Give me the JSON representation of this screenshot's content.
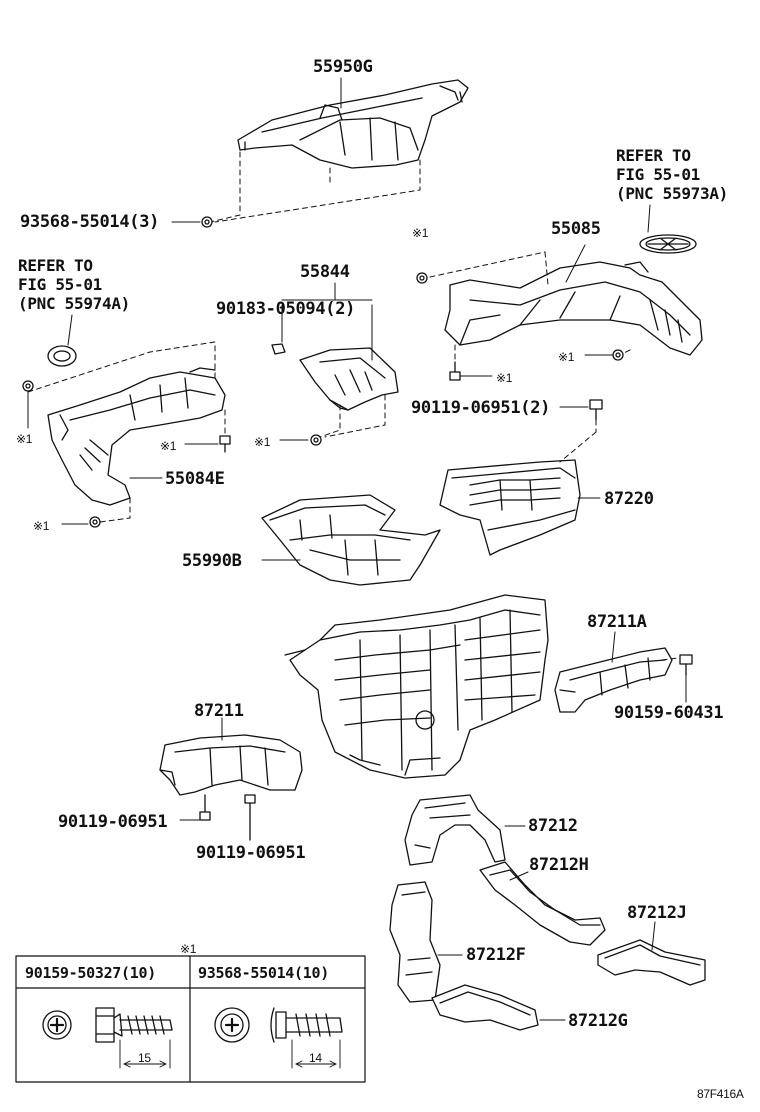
{
  "diagram": {
    "parts": [
      {
        "id": "55950G",
        "label": "55950G"
      },
      {
        "id": "93568-55014-3",
        "label": "93568-55014(3)"
      },
      {
        "id": "55085",
        "label": "55085"
      },
      {
        "id": "55844",
        "label": "55844"
      },
      {
        "id": "90183-05094-2",
        "label": "90183-05094(2)"
      },
      {
        "id": "90119-06951-2",
        "label": "90119-06951(2)"
      },
      {
        "id": "55084E",
        "label": "55084E"
      },
      {
        "id": "87220",
        "label": "87220"
      },
      {
        "id": "55990B",
        "label": "55990B"
      },
      {
        "id": "87211A",
        "label": "87211A"
      },
      {
        "id": "90159-60431",
        "label": "90159-60431"
      },
      {
        "id": "87211",
        "label": "87211"
      },
      {
        "id": "90119-06951-a",
        "label": "90119-06951"
      },
      {
        "id": "90119-06951-b",
        "label": "90119-06951"
      },
      {
        "id": "87212",
        "label": "87212"
      },
      {
        "id": "87212H",
        "label": "87212H"
      },
      {
        "id": "87212J",
        "label": "87212J"
      },
      {
        "id": "87212F",
        "label": "87212F"
      },
      {
        "id": "87212G",
        "label": "87212G"
      }
    ],
    "refer_right": {
      "line1": "REFER TO",
      "line2": "FIG 55-01",
      "line3": "(PNC 55973A)"
    },
    "refer_left": {
      "line1": "REFER TO",
      "line2": "FIG 55-01",
      "line3": "(PNC 55974A)"
    },
    "note_mark": "※1",
    "legend": {
      "mark": "※1",
      "col1_title": "90159-50327(10)",
      "col2_title": "93568-55014(10)",
      "col1_dim": "15",
      "col2_dim": "14"
    },
    "figure_code": "87F416A"
  }
}
